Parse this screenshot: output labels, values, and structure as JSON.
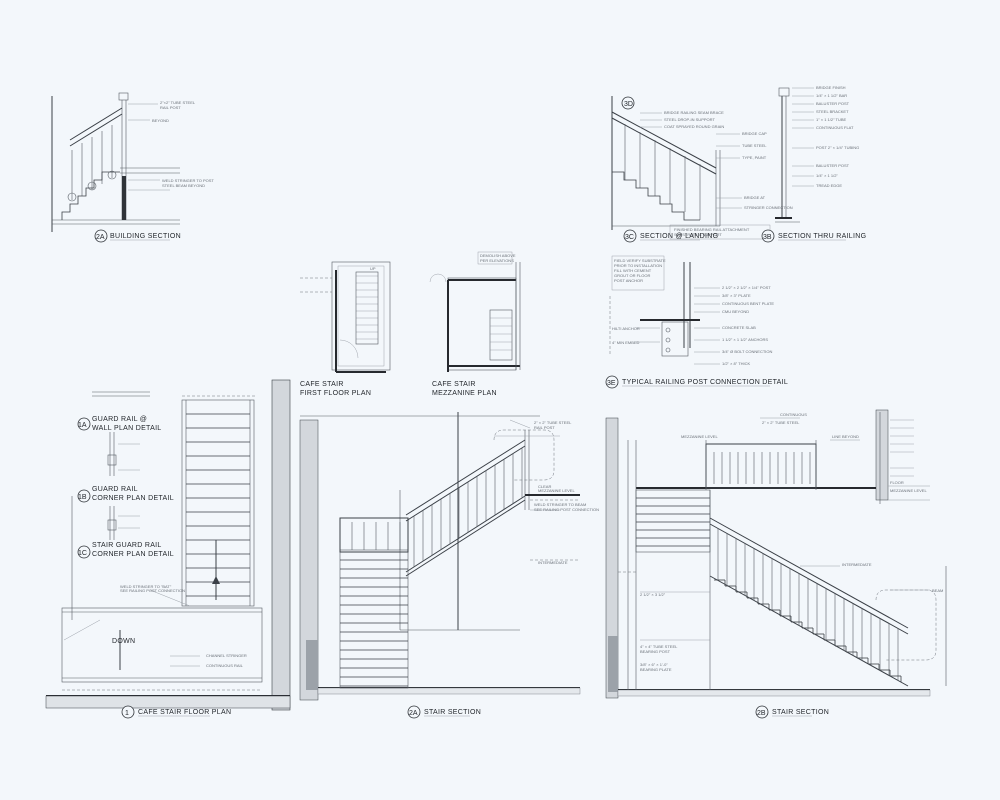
{
  "sheet": {
    "details": [
      {
        "id": "2A",
        "title": "BUILDING SECTION",
        "scale": ""
      },
      {
        "id": "3C",
        "title": "SECTION @ LANDING",
        "scale": ""
      },
      {
        "id": "3B",
        "title": "SECTION THRU RAILING",
        "scale": ""
      },
      {
        "id": "",
        "title": "CAFE STAIR FIRST FLOOR PLAN",
        "line1": "CAFE STAIR",
        "line2": "FIRST FLOOR PLAN"
      },
      {
        "id": "",
        "title": "CAFE STAIR MEZZANINE PLAN",
        "line1": "CAFE STAIR",
        "line2": "MEZZANINE PLAN"
      },
      {
        "id": "3E",
        "title": "TYPICAL RAILING POST CONNECTION DETAIL"
      },
      {
        "id": "1A",
        "line1": "GUARD RAIL @",
        "line2": "WALL PLAN DETAIL"
      },
      {
        "id": "1B",
        "line1": "GUARD RAIL",
        "line2": "CORNER PLAN DETAIL"
      },
      {
        "id": "1C",
        "line1": "STAIR GUARD RAIL",
        "line2": "CORNER PLAN DETAIL"
      },
      {
        "id": "1",
        "title": "CAFE STAIR FLOOR PLAN"
      },
      {
        "id": "2A",
        "title": "STAIR SECTION"
      },
      {
        "id": "2B",
        "title": "STAIR SECTION"
      }
    ],
    "annotations": {
      "up": "UP",
      "down": "DOWN",
      "mezzanine": "MEZZANINE LEVEL"
    }
  }
}
